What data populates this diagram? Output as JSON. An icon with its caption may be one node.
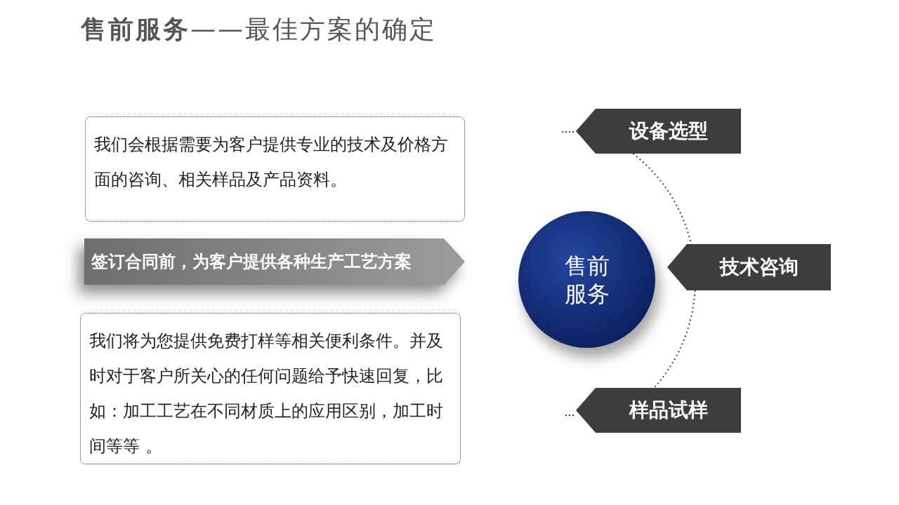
{
  "diagram": {
    "title": "**售前服务**——最佳方案的确定",
    "nodes": [
      {
        "text": [
          "我们会根据需要为客户提供专业的技术及价格方面的咨询、相关样品及产品资料。"
        ]
      },
      {
        "text": [
          "签订合同前，为客户提供各种生产工艺方案"
        ]
      },
      {
        "text": [
          "我们将为您提供免费打样等相关便利条件。并及时对于客户所关心的任何问题给予快速回复，比如：加工工艺在不同材质上的应用区别，加工时间等等 。"
        ]
      },
      {
        "text": [
          "售前服务"
        ]
      },
      {
        "text": [
          "设备选型"
        ]
      },
      {
        "text": [
          "技术咨询"
        ]
      },
      {
        "text": [
          "样品试样"
        ]
      }
    ],
    "edges": [
      {
        "from": 4,
        "to": 5,
        "arrow": "none",
        "style": "dashed"
      },
      {
        "from": 5,
        "to": 6,
        "arrow": "none",
        "style": "dashed"
      }
    ]
  }
}
